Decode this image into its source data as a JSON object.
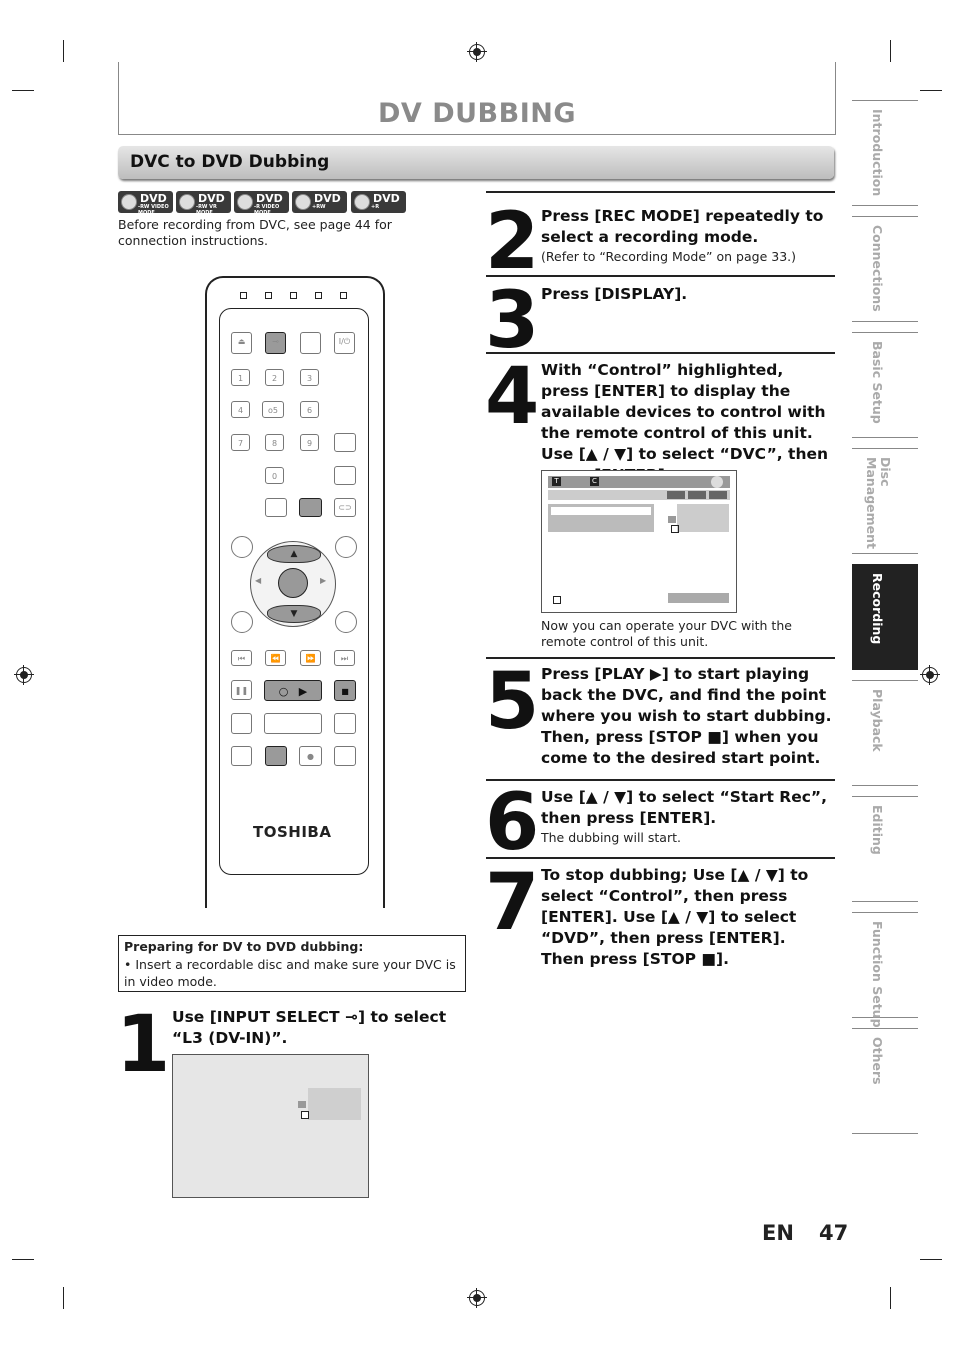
{
  "header": {
    "title": "DV DUBBING"
  },
  "section": {
    "title": "DVC to DVD Dubbing"
  },
  "discs": [
    {
      "label": "DVD",
      "sub": "-RW VIDEO MODE"
    },
    {
      "label": "DVD",
      "sub": "-RW VR MODE"
    },
    {
      "label": "DVD",
      "sub": "-R VIDEO MODE"
    },
    {
      "label": "DVD",
      "sub": "+RW"
    },
    {
      "label": "DVD",
      "sub": "+R"
    }
  ],
  "intro": "Before recording from DVC, see page 44 for connection instructions.",
  "remote": {
    "brand": "TOSHIBA",
    "keys": {
      "k1": "1",
      "k2": "2",
      "k3": "3",
      "k4": "4",
      "k5": "o5",
      "k6": "6",
      "k7": "7",
      "k8": "8",
      "k9": "9",
      "k0": "0",
      "power": "I/⏻"
    }
  },
  "preparing": {
    "title": "Preparing for DV to DVD dubbing:",
    "text": "• Insert a recordable disc and make sure your DVC is in video mode."
  },
  "steps": [
    {
      "num": "1",
      "heading": "Use [INPUT SELECT ⊸] to select “L3 (DV-IN)”.",
      "sub": ""
    },
    {
      "num": "2",
      "heading": "Press [REC MODE] repeatedly to select a recording mode.",
      "sub": "(Refer to “Recording Mode” on page 33.)"
    },
    {
      "num": "3",
      "heading": "Press [DISPLAY].",
      "sub": ""
    },
    {
      "num": "4",
      "heading": "With “Control” highlighted, press [ENTER] to display the available devices to control with the remote control of this unit. Use [▲ / ▼] to select “DVC”, then press [ENTER].",
      "sub": "Now you can operate your DVC with the remote control of this unit."
    },
    {
      "num": "5",
      "heading": "Press [PLAY ▶] to start playing back the DVC, and find the point where you wish to start dubbing. Then, press [STOP ■] when you come to the desired start point.",
      "sub": ""
    },
    {
      "num": "6",
      "heading": "Use [▲ / ▼] to select “Start Rec”, then press [ENTER].",
      "sub": "The dubbing will start."
    },
    {
      "num": "7",
      "heading": "To stop dubbing; Use [▲ / ▼] to select “Control”, then press [ENTER]. Use [▲ / ▼] to select “DVD”, then press [ENTER]. Then press [STOP ■].",
      "sub": ""
    }
  ],
  "screen4": {
    "t_icon": "T",
    "c_icon": "C"
  },
  "tabs": [
    "Introduction",
    "Connections",
    "Basic Setup",
    "Disc\nManagement",
    "Recording",
    "Playback",
    "Editing",
    "Function Setup",
    "Others"
  ],
  "active_tab": "Recording",
  "footer": {
    "lang": "EN",
    "page": "47"
  }
}
